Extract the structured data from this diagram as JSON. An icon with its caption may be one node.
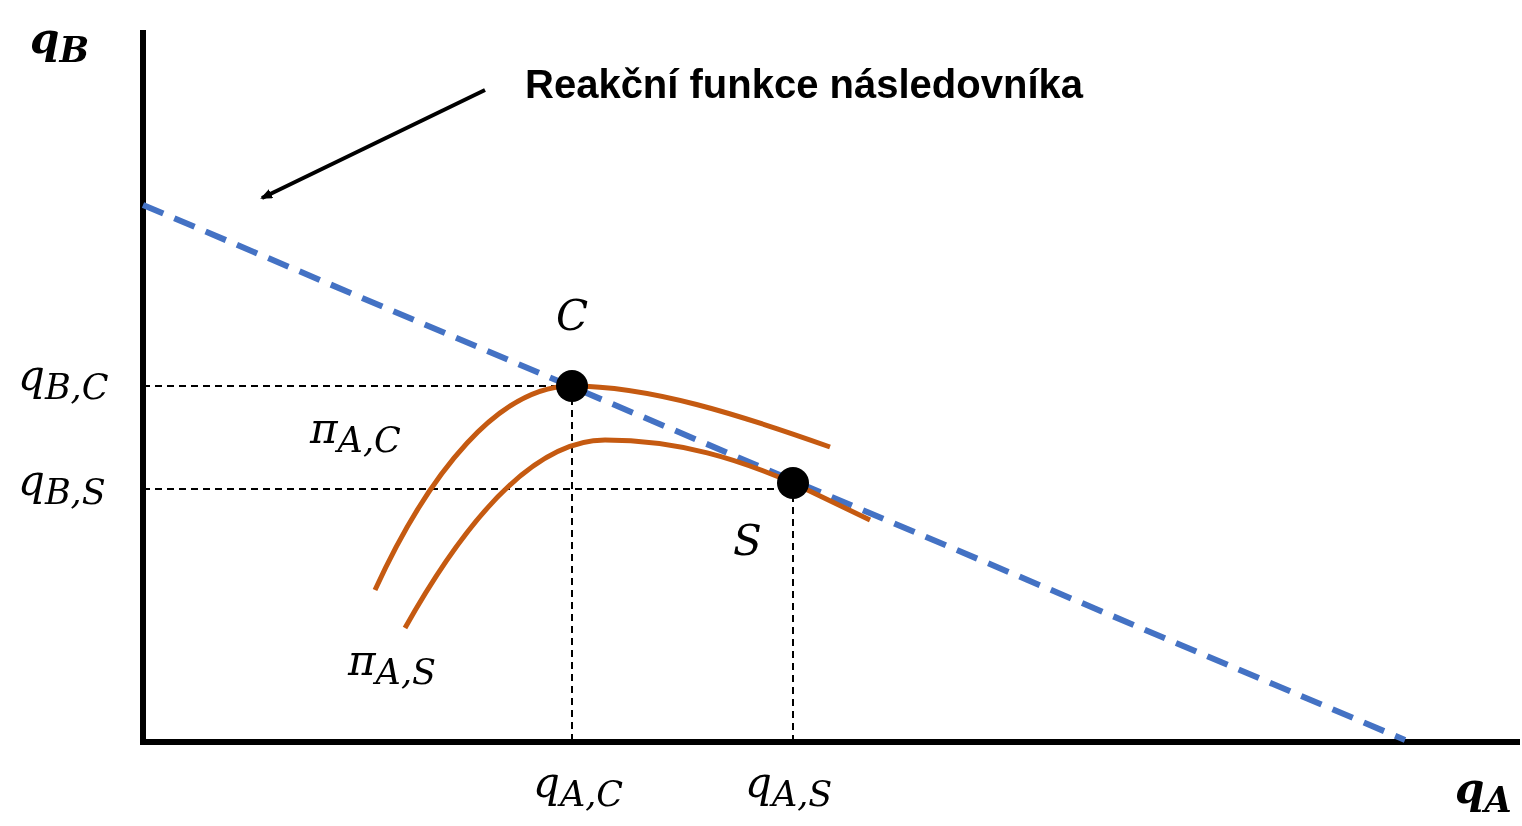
{
  "diagram": {
    "nodes": [
      {
        "text": [
          "Reakční funkce následovníka"
        ]
      },
      {
        "text": [],
        "shape": "line"
      }
    ],
    "edges": [
      {
        "from": 0,
        "to": 1,
        "arrow": "to"
      }
    ],
    "labels": [
      "q$_{B}$",
      "q$_{B,C}$",
      "C",
      "π$_{A,C}$",
      "q$_{B,S}$",
      "S",
      "π$_{A,S}$",
      "q$_{A,C}$",
      "q$_{A,S}$",
      "q$_{A}$"
    ]
  }
}
